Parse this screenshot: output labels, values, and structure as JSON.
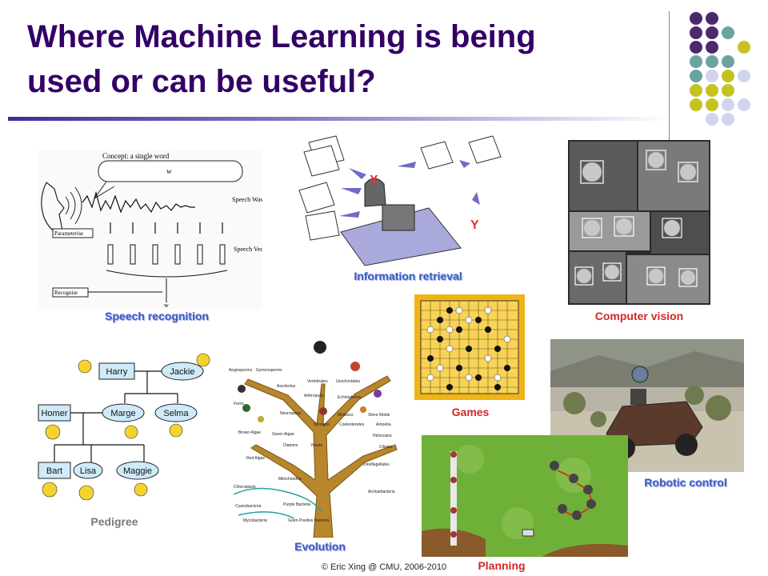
{
  "slide": {
    "title_line1": "Where Machine Learning is being",
    "title_line2": "used or can be useful?",
    "footer": "© Eric Xing @ CMU, 2006-2010"
  },
  "colors": {
    "title": "#330066",
    "caption_blue": "#3c5cc8",
    "caption_red": "#d12828",
    "caption_grey": "#7a7a7a",
    "dot_purple": "#4b2a6b",
    "dot_teal": "#6aa3a0",
    "dot_lime": "#c4c21f",
    "dot_lavender": "#d0d3ec"
  },
  "captions": {
    "speech": "Speech recognition",
    "info": "Information retrieval",
    "vision": "Computer vision",
    "games": "Games",
    "pedigree": "Pedigree",
    "evolution": "Evolution",
    "robotic": "Robotic control",
    "planning": "Planning"
  },
  "speech_diagram": {
    "concept": "Concept: a single word",
    "w": "w",
    "waveform": "Speech Waveform",
    "parameterise": "Parameterise",
    "vectors": "Speech Vectors",
    "recognise": "Recognise"
  },
  "info_diagram": {
    "x": "X",
    "y": "Y"
  },
  "pedigree": {
    "harry": "Harry",
    "jackie": "Jackie",
    "homer": "Homer",
    "marge": "Marge",
    "selma": "Selma",
    "bart": "Bart",
    "lisa": "Lisa",
    "maggie": "Maggie"
  },
  "tree": {
    "labels": [
      "Vertebrates",
      "Urochordates",
      "Angiosperms",
      "Gymnosperms",
      "Ascobolus",
      "Arthropods",
      "Echinoderms",
      "Ferns",
      "Neurospora",
      "Molluscs",
      "Slime Molds",
      "Sponges",
      "Coelenterates",
      "Amoeba",
      "Brown Algae",
      "Green Algae",
      "Diatoms",
      "Yeasts",
      "Helozoans",
      "Ciliates",
      "Red Algae",
      "Dinoflagellates",
      "Chloroplasts",
      "Mitochondria",
      "Archaebacteria",
      "Cyanobacteria",
      "Purple Bacteria",
      "Mycobacteria",
      "Gram Positive Bacteria"
    ]
  }
}
